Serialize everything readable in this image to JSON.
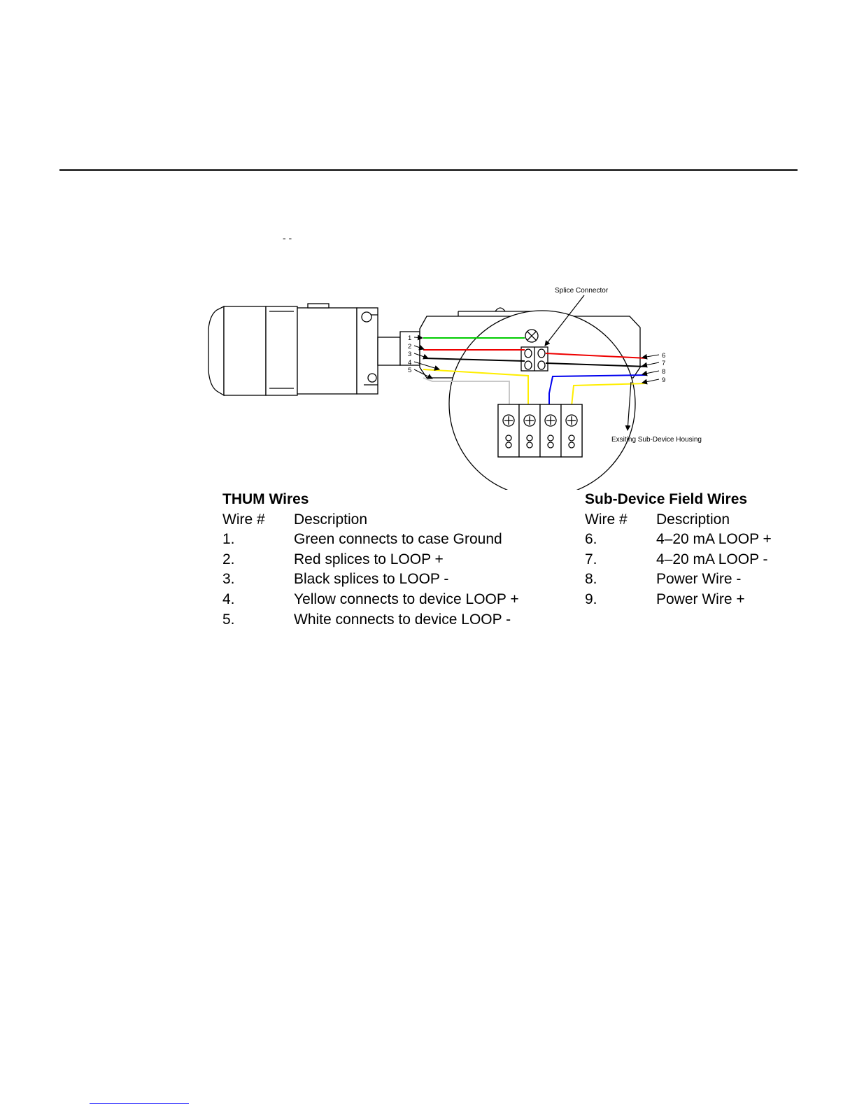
{
  "stray_text": "- -",
  "callouts": {
    "splice": "Splice Connector",
    "housing": "Exsiting Sub-Device Housing"
  },
  "wire_numbers": [
    "1",
    "2",
    "3",
    "4",
    "5",
    "6",
    "7",
    "8",
    "9"
  ],
  "wire_colors": {
    "green": "#00cc00",
    "red": "#ee0000",
    "black": "#000000",
    "yellow": "#ffee00",
    "white": "#c8c8c8",
    "blue": "#0000ee"
  },
  "thum": {
    "title": "THUM Wires",
    "col1": "Wire #",
    "col2": "Description",
    "rows": [
      {
        "num": "1.",
        "desc": "Green connects to case Ground"
      },
      {
        "num": "2.",
        "desc": "Red splices to LOOP +"
      },
      {
        "num": "3.",
        "desc": "Black splices to LOOP -"
      },
      {
        "num": "4.",
        "desc": "Yellow connects to device LOOP +"
      },
      {
        "num": "5.",
        "desc": "White connects to device LOOP -"
      }
    ]
  },
  "sub": {
    "title": "Sub-Device Field Wires",
    "col1": "Wire #",
    "col2": "Description",
    "rows": [
      {
        "num": "6.",
        "desc": "4–20 mA LOOP +"
      },
      {
        "num": "7.",
        "desc": "4–20 mA LOOP -"
      },
      {
        "num": "8.",
        "desc": "Power Wire -"
      },
      {
        "num": "9.",
        "desc": "Power Wire +"
      }
    ]
  }
}
